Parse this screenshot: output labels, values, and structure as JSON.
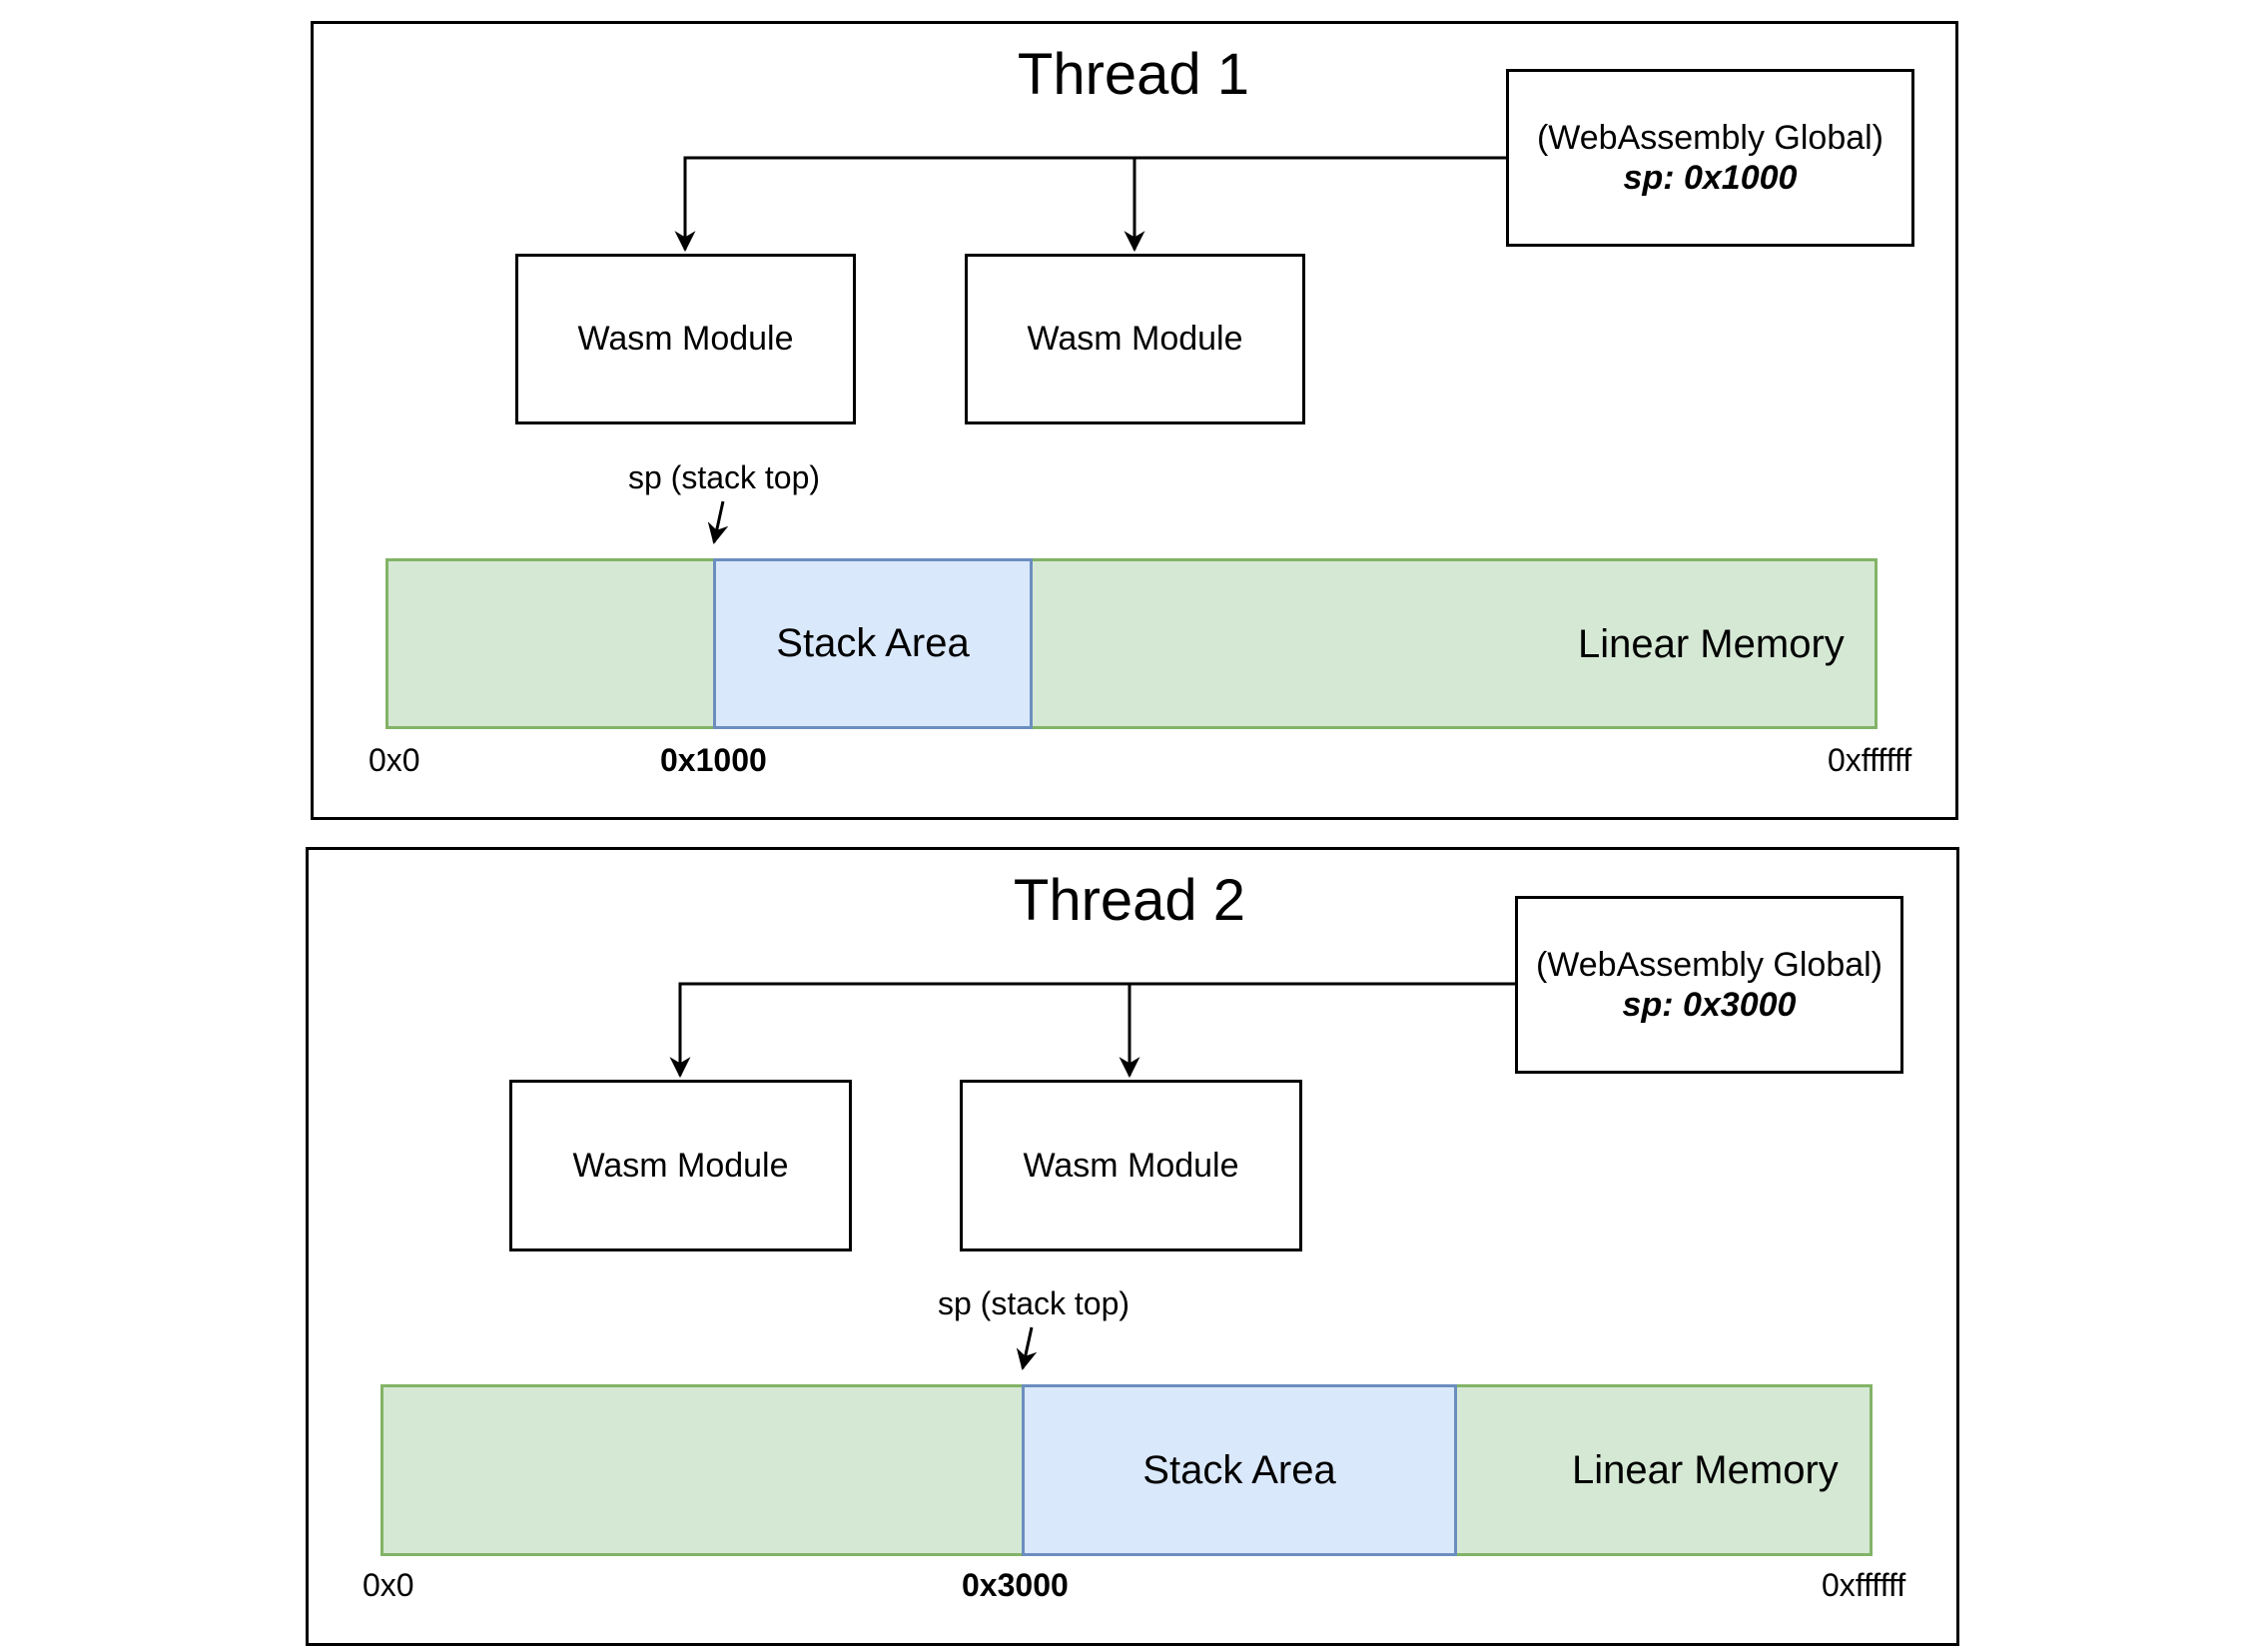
{
  "threads": [
    {
      "title": "Thread 1",
      "global_label": "(WebAssembly Global)",
      "global_sp": "sp: 0x1000",
      "modules": [
        "Wasm Module",
        "Wasm Module"
      ],
      "sp_pointer_label": "sp (stack top)",
      "stack_label": "Stack Area",
      "memory_label": "Linear Memory",
      "addr_start": "0x0",
      "addr_sp": "0x1000",
      "addr_end": "0xffffff"
    },
    {
      "title": "Thread 2",
      "global_label": "(WebAssembly Global)",
      "global_sp": "sp: 0x3000",
      "modules": [
        "Wasm Module",
        "Wasm Module"
      ],
      "sp_pointer_label": "sp (stack top)",
      "stack_label": "Stack Area",
      "memory_label": "Linear Memory",
      "addr_start": "0x0",
      "addr_sp": "0x3000",
      "addr_end": "0xffffff"
    }
  ],
  "colors": {
    "memory_fill": "#d5e8d4",
    "memory_stroke": "#82b366",
    "stack_fill": "#dae8fc",
    "stack_stroke": "#6c8ebf",
    "line": "#000000"
  }
}
